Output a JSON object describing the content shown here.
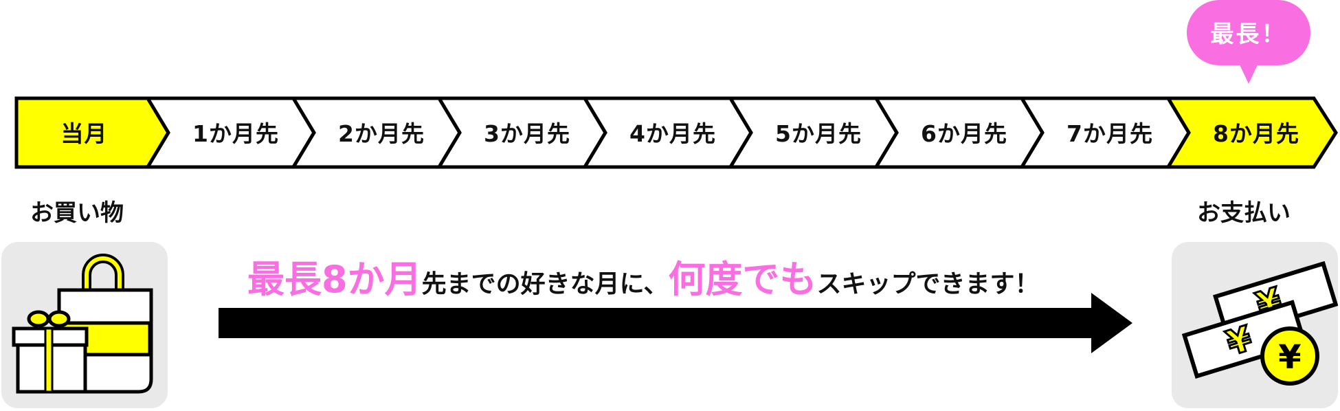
{
  "colors": {
    "highlight_yellow": "#ffff00",
    "pink": "#f96ee0",
    "outline": "#000000",
    "icon_bg": "#e9e9e9"
  },
  "timeline": {
    "segments": [
      {
        "label": "当月",
        "highlighted": true
      },
      {
        "label": "1か月先",
        "highlighted": false
      },
      {
        "label": "2か月先",
        "highlighted": false
      },
      {
        "label": "3か月先",
        "highlighted": false
      },
      {
        "label": "4か月先",
        "highlighted": false
      },
      {
        "label": "5か月先",
        "highlighted": false
      },
      {
        "label": "6か月先",
        "highlighted": false
      },
      {
        "label": "7か月先",
        "highlighted": false
      },
      {
        "label": "8か月先",
        "highlighted": true
      }
    ]
  },
  "bubble": {
    "text": "最長！"
  },
  "left": {
    "label": "お買い物",
    "icon": "shopping-bag-gift-icon"
  },
  "right": {
    "label": "お支払い",
    "icon": "yen-bills-coin-icon"
  },
  "headline": {
    "part1_pink": "最長8か月",
    "part2": "先までの好きな月に、",
    "part3_pink": "何度でも",
    "part4": "スキップできます！"
  }
}
